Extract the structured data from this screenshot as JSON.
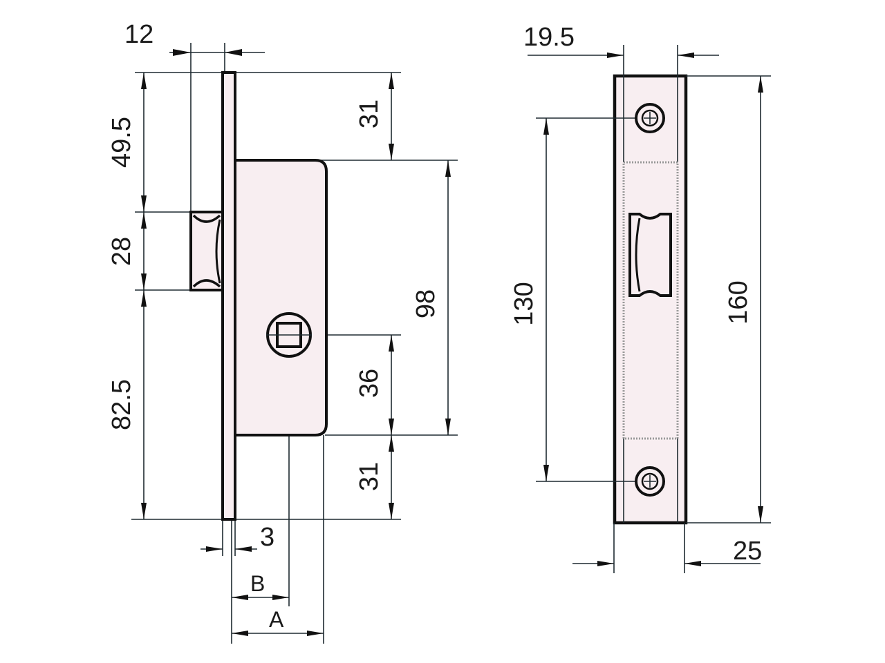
{
  "lock_front": {
    "backset_label": "12",
    "top_to_latch": "49.5",
    "latch_height": "28",
    "latch_to_bottom": "82.5",
    "top_to_body": "31",
    "body_height": "98",
    "spindle_to_body_bottom": "36",
    "body_to_bottom": "31",
    "faceplate_thickness": "3",
    "dim_b": "B",
    "dim_a": "A"
  },
  "strike_plate": {
    "width_inner": "19.5",
    "screw_spacing": "130",
    "height": "160",
    "width": "25"
  },
  "colors": {
    "fill": "#f8eef1",
    "line": "#111111"
  }
}
